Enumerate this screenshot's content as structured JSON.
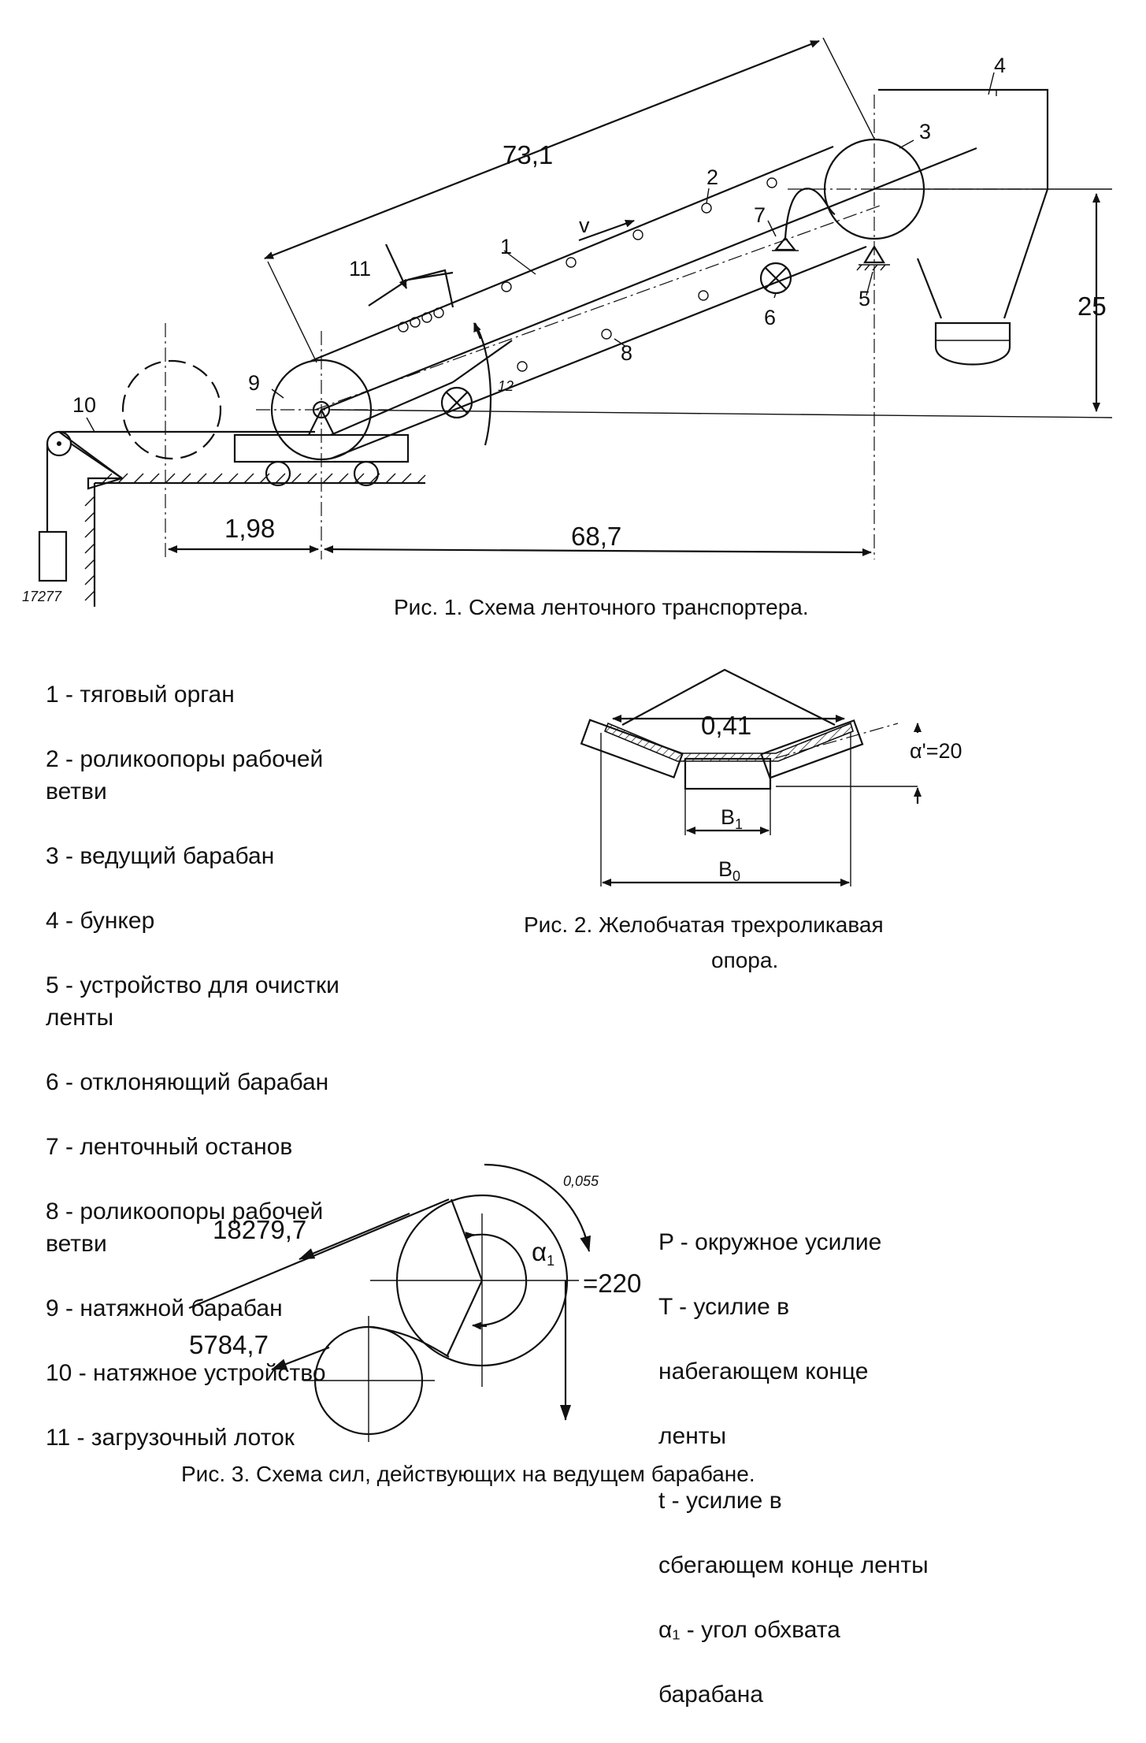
{
  "fig1": {
    "caption": "Рис. 1. Схема ленточного транспортера.",
    "dims": {
      "length": "73,1",
      "height": "25",
      "horizontal": "68,7",
      "offset": "1,98",
      "weight": "17277",
      "angle": "12",
      "speed": "v"
    },
    "labels": [
      "1",
      "2",
      "3",
      "4",
      "5",
      "6",
      "7",
      "8",
      "9",
      "10",
      "11"
    ]
  },
  "legend": [
    "1 - тяговый орган",
    "2 - роликоопоры рабочей\nветви",
    "3 - ведущий барабан",
    "4 - бункер",
    "5 - устройство для очистки\nленты",
    "6 - отклоняющий барабан",
    "7 - ленточный останов",
    "8 - роликоопоры рабочей\nветви",
    "9 - натяжной барабан",
    "10 - натяжное устройство",
    "11 - загрузочный лоток"
  ],
  "fig2": {
    "caption_line1": "Рис. 2. Желобчатая трехроликавая",
    "caption_line2": "опора.",
    "width_label": "0,41",
    "angle_label": "α'=20",
    "b1": "B",
    "b1_sub": "1",
    "b0": "B",
    "b0_sub": "0"
  },
  "fig3": {
    "caption": "Рис. 3. Схема сил, действующих на ведущем барабане.",
    "force_t": "18279,7",
    "force_small": "5784,7",
    "rate": "0,055",
    "alpha": "α",
    "alpha_sub": "1",
    "alpha_value": "=220",
    "notes": [
      "P - окружное усилие",
      "T - усилие в",
      "набегающем конце",
      "ленты",
      "t - усилие в",
      "сбегающем конце ленты",
      "α₁ - угол обхвата",
      "барабана"
    ]
  }
}
